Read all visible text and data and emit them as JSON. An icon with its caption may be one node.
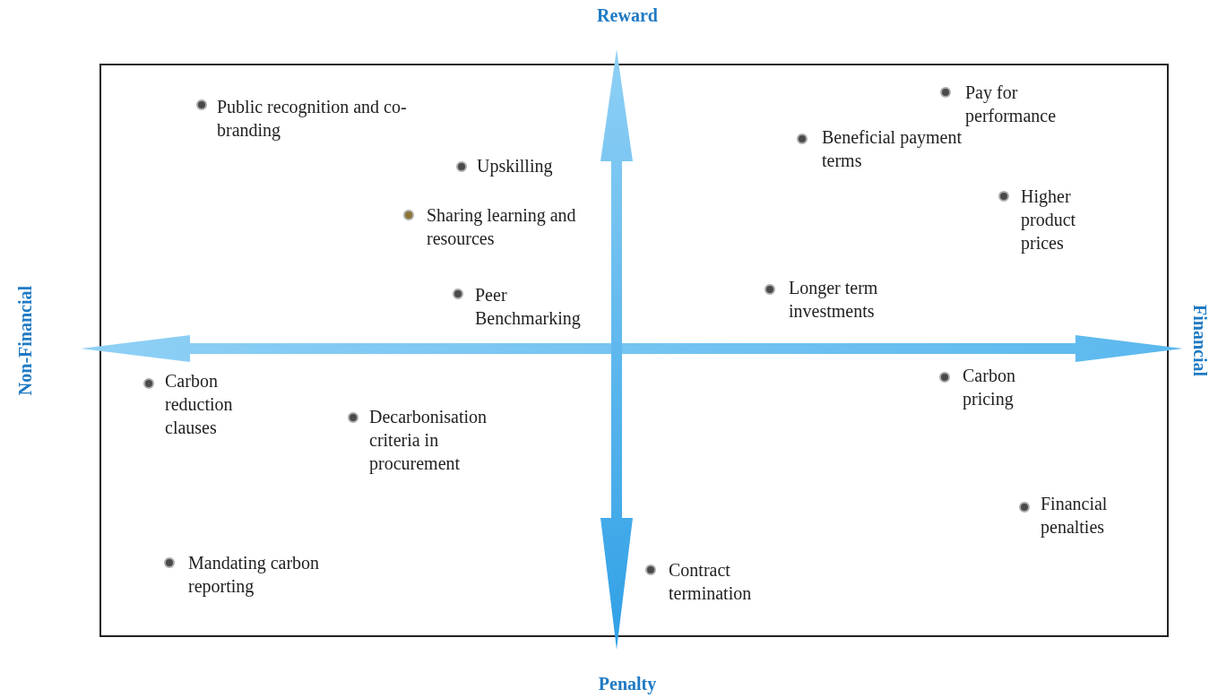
{
  "diagram": {
    "labels": [
      "Reward",
      "Public recognition and co-branding",
      "Pay for performance",
      "Beneficial payment terms",
      "Upskilling",
      "Higher product prices",
      "Sharing learning and resources",
      "Peer Benchmarking",
      "Longer term investments",
      "Non-Financial",
      "Financial",
      "Carbon reduction clauses",
      "Carbon pricing",
      "Decarbonisation criteria in procurement",
      "Financial penalties",
      "Mandating carbon reporting",
      "Contract termination",
      "Penalty"
    ]
  }
}
